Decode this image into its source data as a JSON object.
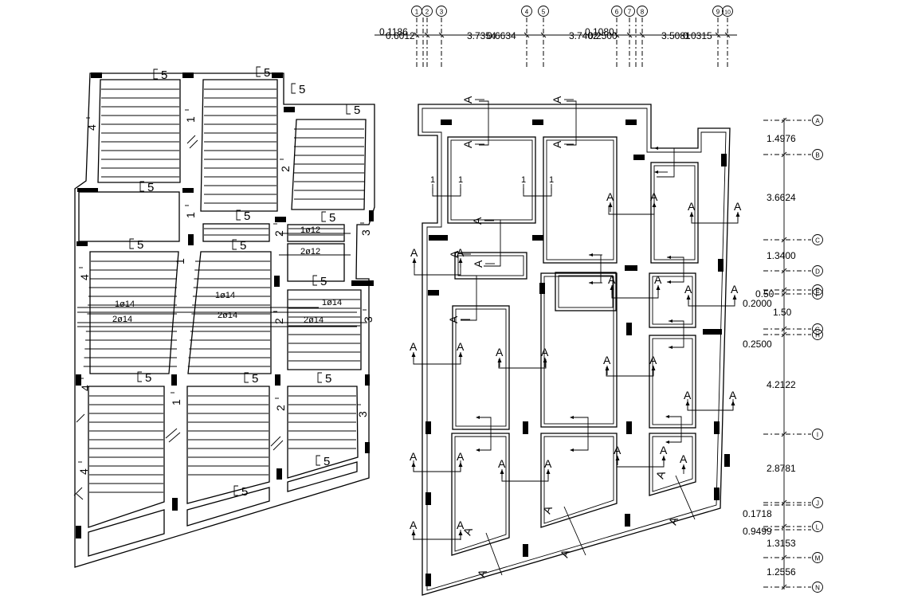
{
  "grid_top": {
    "bubbles": [
      "1",
      "2",
      "3",
      "4",
      "5",
      "6",
      "7",
      "8",
      "9",
      "10"
    ],
    "dimensions": [
      "0.1186",
      "0.6012",
      "3.7354",
      "0.6634",
      "3.7402",
      "0.1080",
      "0.2500",
      "3.5081",
      "0.0315"
    ]
  },
  "grid_right": {
    "bubbles": [
      "A",
      "B",
      "C",
      "D",
      "E",
      "F",
      "G",
      "H",
      "I",
      "J",
      "L",
      "M",
      "N"
    ],
    "dimensions": [
      "1.4976",
      "3.6624",
      "1.3400",
      "0.50",
      "0.2000",
      "1.50",
      "0.2500",
      "4.2122",
      "2.8781",
      "0.1718",
      "0.9499",
      "1.3153",
      "1.2556"
    ]
  },
  "slab_plan": {
    "span_labels": [
      "5",
      "5",
      "5",
      "5",
      "5",
      "5",
      "5",
      "5",
      "5",
      "5",
      "5",
      "5",
      "5",
      "5",
      "5"
    ],
    "direction_labels": [
      "4",
      "1",
      "2",
      "4",
      "1",
      "4",
      "2",
      "3",
      "1",
      "2",
      "3",
      "4",
      "1",
      "2",
      "3"
    ],
    "rebar_labels": [
      "1ø12",
      "2ø12",
      "1ø14",
      "1ø14",
      "1ø14",
      "2ø14",
      "2ø14",
      "2ø14"
    ]
  },
  "section_plan": {
    "section_mark": "A",
    "section_mark_alt": "1"
  }
}
